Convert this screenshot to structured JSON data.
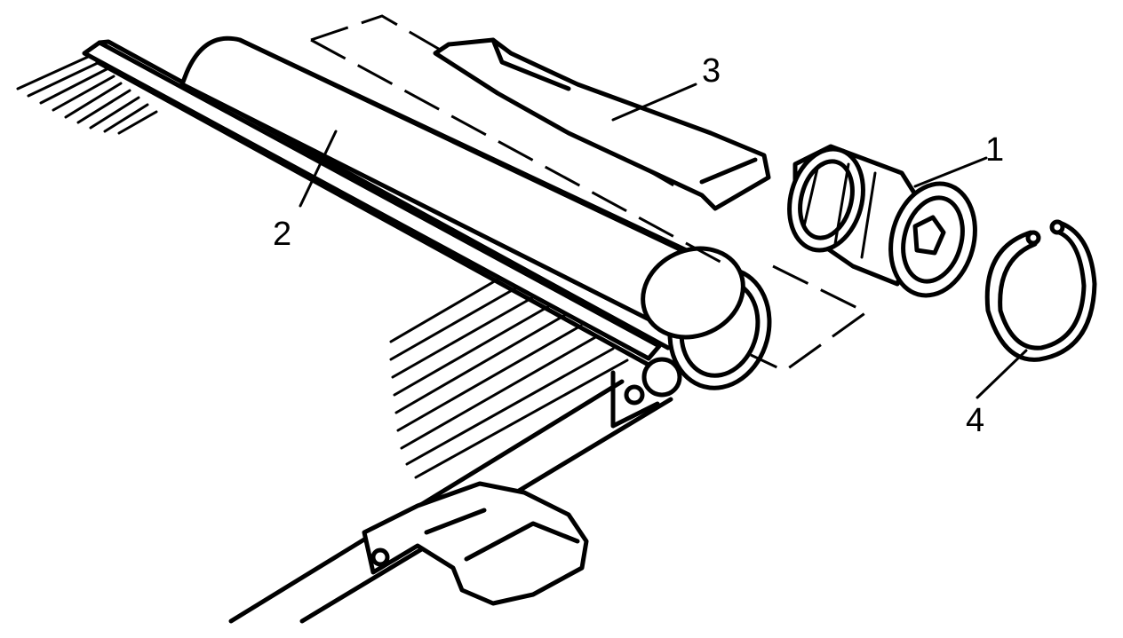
{
  "callouts": [
    {
      "id": "1",
      "label": "1"
    },
    {
      "id": "2",
      "label": "2"
    },
    {
      "id": "3",
      "label": "3"
    },
    {
      "id": "4",
      "label": "4"
    }
  ],
  "colors": {
    "ink": "#000000",
    "background": "#ffffff"
  },
  "icons": [
    "condenser-fins",
    "receiver-dehydrator-tube",
    "desiccant-bag",
    "filter-cartridge",
    "snap-ring",
    "mounting-bracket"
  ]
}
